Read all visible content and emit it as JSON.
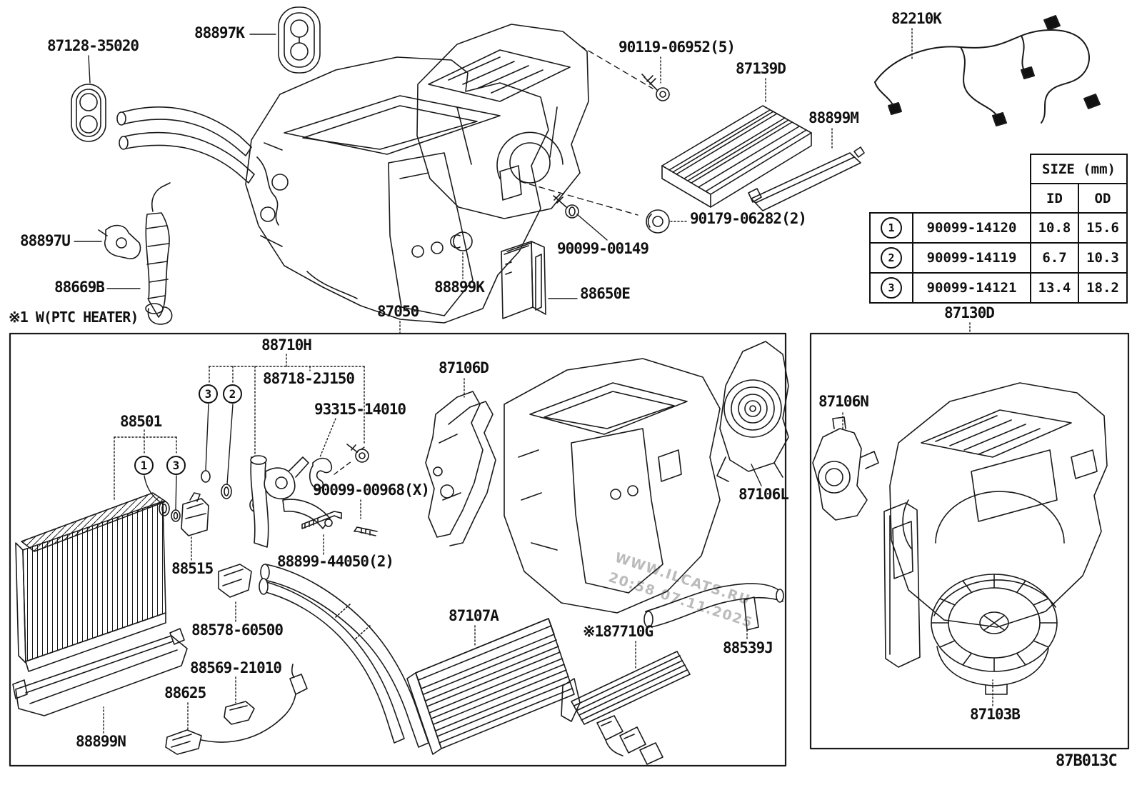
{
  "diagram": {
    "code": "87B013C",
    "note_ptc": "※1 W(PTC HEATER)",
    "line_color": "#1a1a1a",
    "background": "#ffffff"
  },
  "watermark": {
    "line1": "WWW.ILCATS.RU",
    "line2": "20:58 07.11.2025"
  },
  "labels": {
    "l87128": "87128-35020",
    "l88897K": "88897K",
    "l90119": "90119-06952(5)",
    "l87139D": "87139D",
    "l82210K": "82210K",
    "l88899M": "88899M",
    "l88897U": "88897U",
    "l88669B": "88669B",
    "l87050": "87050",
    "l88899K": "88899K",
    "l90099_00149": "90099-00149",
    "l88650E": "88650E",
    "l90179": "90179-06282(2)",
    "l87130D": "87130D",
    "l88710H": "88710H",
    "l88718": "88718-2J150",
    "l93315": "93315-14010",
    "l88501": "88501",
    "l90099_00968": "90099-00968(X)",
    "l88515": "88515",
    "l88899_44050": "88899-44050(2)",
    "l88578": "88578-60500",
    "l88569": "88569-21010",
    "l88625": "88625",
    "l88899N": "88899N",
    "l87107A": "87107A",
    "l87710G": "※187710G",
    "l88539J": "88539J",
    "l87106D": "87106D",
    "l87106L": "87106L",
    "l87106N": "87106N",
    "l87103B": "87103B"
  },
  "callouts": [
    "3",
    "2",
    "1",
    "3"
  ],
  "size_table": {
    "title": "SIZE (mm)",
    "col_id": "ID",
    "col_od": "OD",
    "rows": [
      {
        "ref": "1",
        "part": "90099-14120",
        "id": "10.8",
        "od": "15.6"
      },
      {
        "ref": "2",
        "part": "90099-14119",
        "id": "6.7",
        "od": "10.3"
      },
      {
        "ref": "3",
        "part": "90099-14121",
        "id": "13.4",
        "od": "18.2"
      }
    ]
  }
}
